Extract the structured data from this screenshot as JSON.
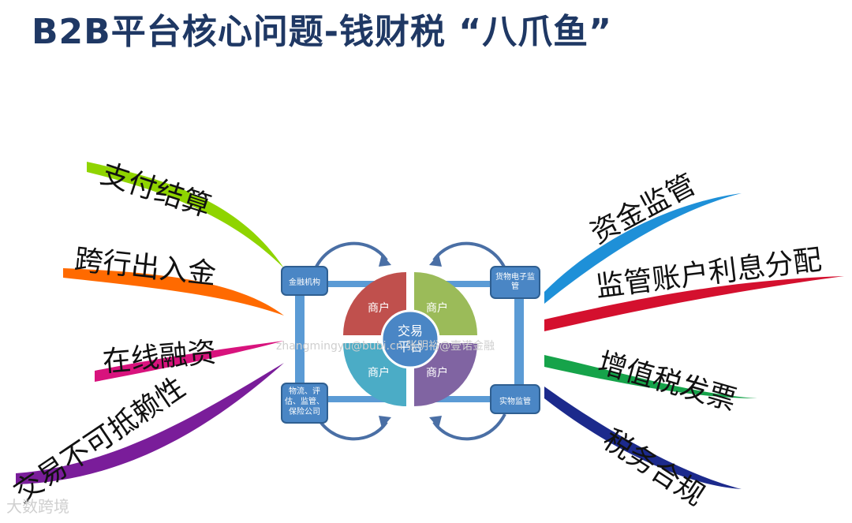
{
  "title": "B2B平台核心问题-钱财税  “八爪鱼”",
  "left_arms": [
    {
      "label": "支付结算",
      "color": "#8fd400"
    },
    {
      "label": "跨行出入金",
      "color": "#ff6a00"
    },
    {
      "label": "在线融资",
      "color": "#d8137d"
    },
    {
      "label": "交易不可抵赖性",
      "color": "#7a1d9a"
    }
  ],
  "right_arms": [
    {
      "label": "资金监管",
      "color": "#1e90d8"
    },
    {
      "label": "监管账户利息分配",
      "color": "#d4102e"
    },
    {
      "label": "增值税发票",
      "color": "#16a34a"
    },
    {
      "label": "税务合规",
      "color": "#1c2a8c"
    }
  ],
  "boxes": {
    "top_left": "金融机构",
    "top_right": "货物电子监管",
    "bottom_left": "物流、评估、监管、保险公司",
    "bottom_right": "实物监管"
  },
  "quadrants": [
    {
      "label": "商户",
      "color": "#c0504d"
    },
    {
      "label": "商户",
      "color": "#9bbb59"
    },
    {
      "label": "商户",
      "color": "#4bacc6"
    },
    {
      "label": "商户",
      "color": "#8064a2"
    }
  ],
  "center": {
    "line1": "交易",
    "line2": "平台",
    "color": "#4a86c5"
  },
  "watermark": "zhangmingyu@bubi.cn 张明裕@壹诺金融",
  "footer_logo": "大数跨境"
}
